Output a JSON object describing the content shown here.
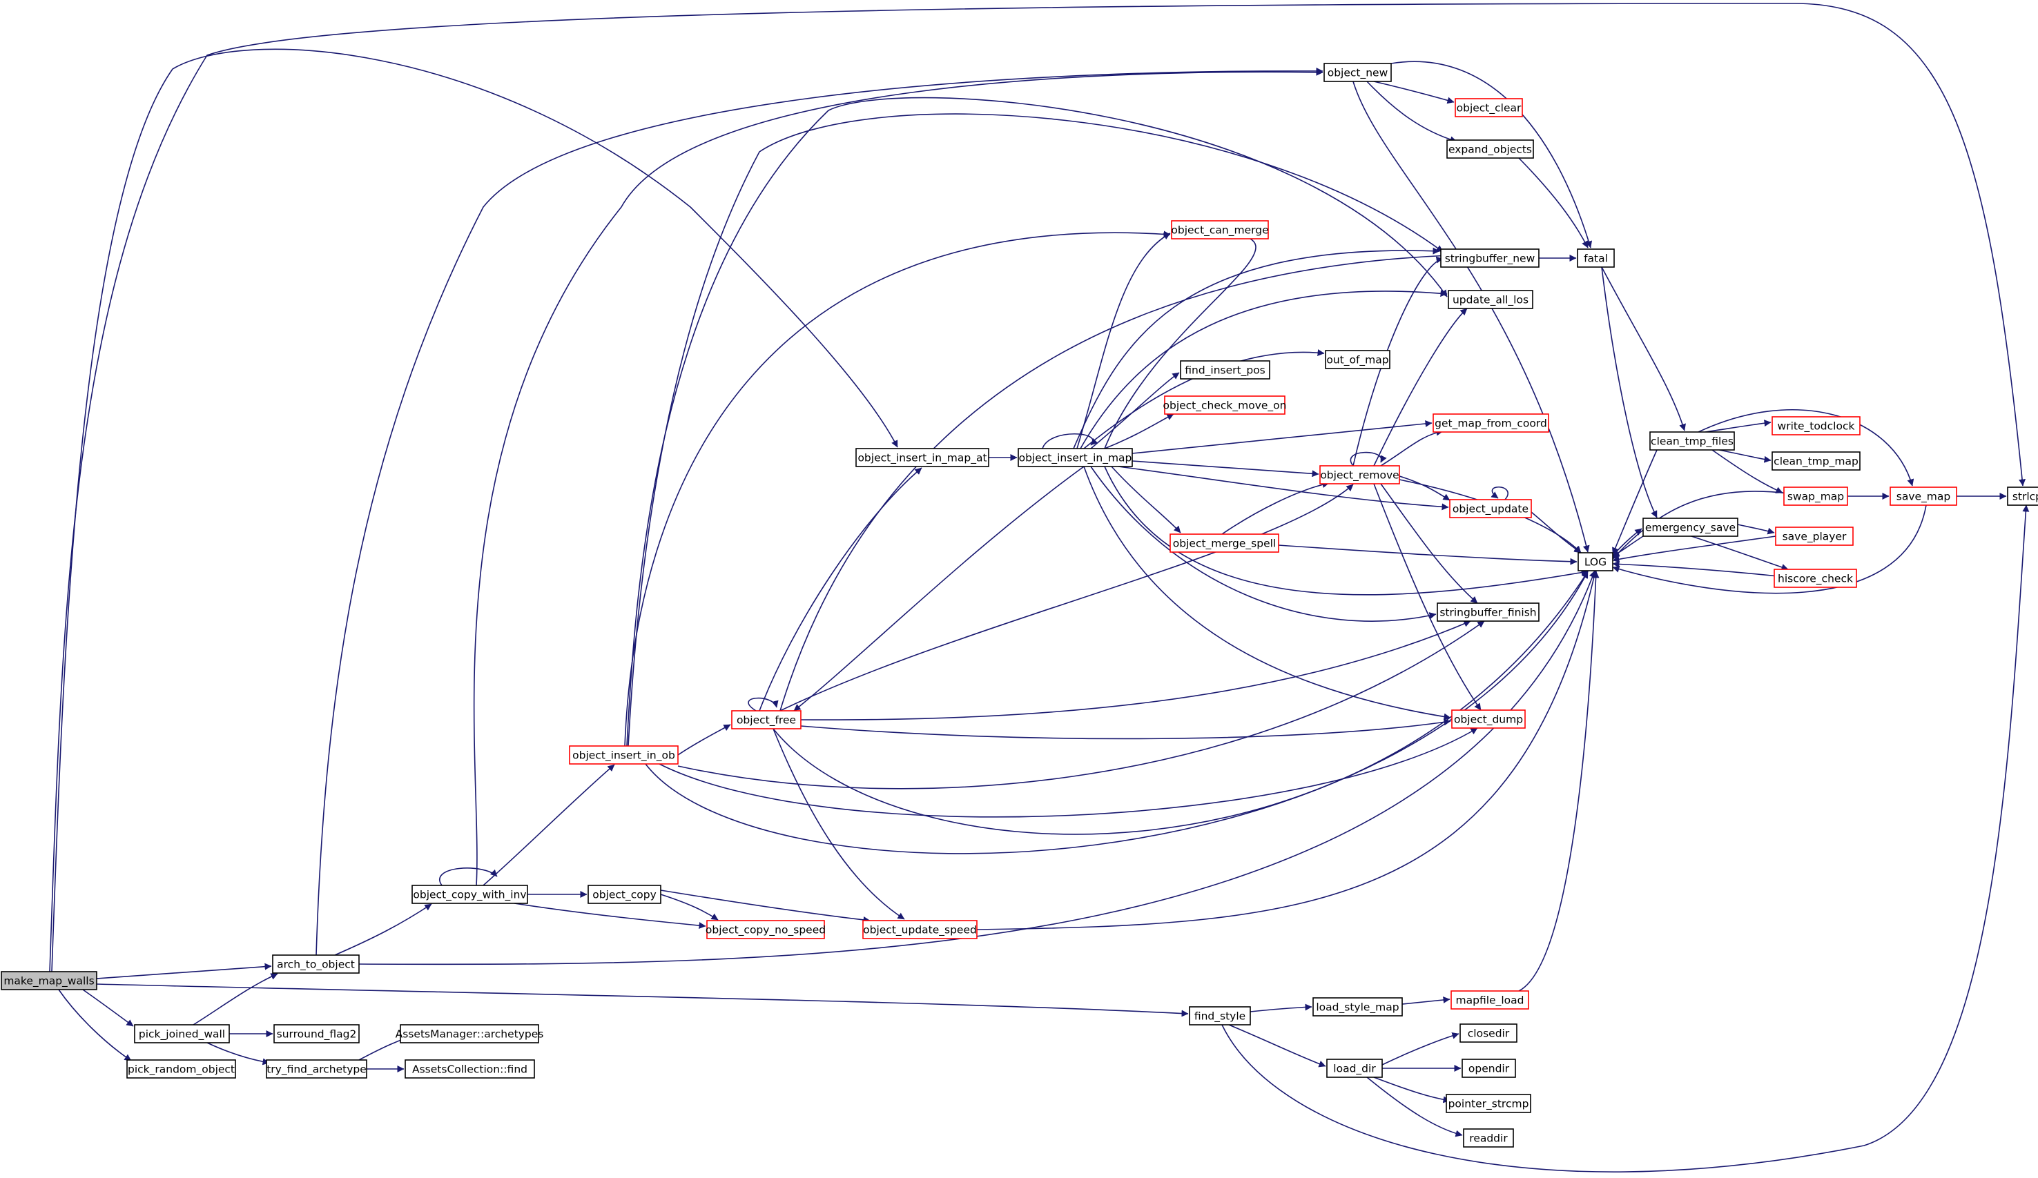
{
  "title": "make_map_walls call graph",
  "colors": {
    "edge": "#191970",
    "border_normal": "#000000",
    "border_truncated": "#ff0000",
    "root_fill": "#bfbfbf",
    "background": "#ffffff"
  },
  "nodes": {
    "make_map_walls": "make_map_walls",
    "pick_joined_wall": "pick_joined_wall",
    "pick_random_object": "pick_random_object",
    "arch_to_object": "arch_to_object",
    "surround_flag2": "surround_flag2",
    "try_find_archetype": "try_find_archetype",
    "assets_manager_archetypes": "AssetsManager::archetypes",
    "assets_collection_find": "AssetsCollection::find",
    "object_copy_with_inv": "object_copy_with_inv",
    "object_copy": "object_copy",
    "object_copy_no_speed": "object_copy_no_speed",
    "object_update_speed": "object_update_speed",
    "object_insert_in_ob": "object_insert_in_ob",
    "object_free": "object_free",
    "object_insert_in_map_at": "object_insert_in_map_at",
    "object_insert_in_map": "object_insert_in_map",
    "object_new": "object_new",
    "object_clear": "object_clear",
    "expand_objects": "expand_objects",
    "object_can_merge": "object_can_merge",
    "stringbuffer_new": "stringbuffer_new",
    "update_all_los": "update_all_los",
    "out_of_map": "out_of_map",
    "find_insert_pos": "find_insert_pos",
    "object_check_move_on": "object_check_move_on",
    "get_map_from_coord": "get_map_from_coord",
    "object_remove": "object_remove",
    "object_update": "object_update",
    "object_merge_spell": "object_merge_spell",
    "stringbuffer_finish": "stringbuffer_finish",
    "object_dump": "object_dump",
    "fatal": "fatal",
    "log": "LOG",
    "clean_tmp_files": "clean_tmp_files",
    "write_todclock": "write_todclock",
    "clean_tmp_map": "clean_tmp_map",
    "swap_map": "swap_map",
    "save_map": "save_map",
    "strlcpy": "strlcpy",
    "emergency_save": "emergency_save",
    "save_player": "save_player",
    "hiscore_check": "hiscore_check",
    "find_style": "find_style",
    "load_style_map": "load_style_map",
    "mapfile_load": "mapfile_load",
    "load_dir": "load_dir",
    "closedir": "closedir",
    "opendir": "opendir",
    "pointer_strcmp": "pointer_strcmp",
    "readdir": "readdir"
  }
}
